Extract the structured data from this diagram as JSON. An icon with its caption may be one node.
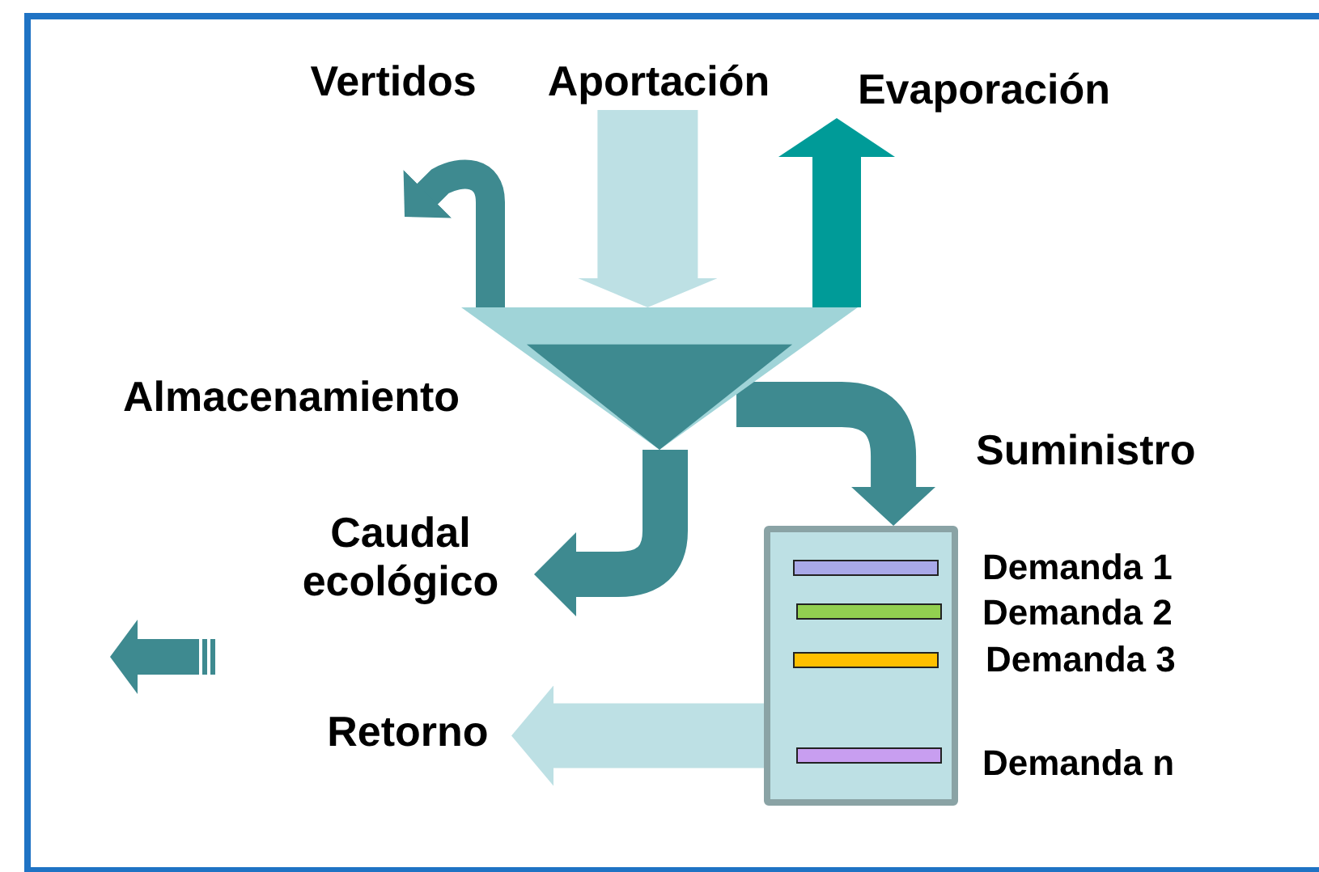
{
  "diagram": {
    "nodes": [
      {
        "text": [
          "Vertidos"
        ]
      },
      {
        "text": [
          "Aportación"
        ]
      },
      {
        "text": [
          "Evaporación"
        ]
      },
      {
        "text": [],
        "shape": "funnel",
        "beside": [
          "Almacenamiento"
        ]
      },
      {
        "text": [
          "Caudal ecológico"
        ]
      },
      {
        "text": [
          "Retorno"
        ]
      },
      {
        "text": [],
        "shape": "box"
      },
      {
        "text": [],
        "shape": "bar",
        "in": 6,
        "beside": [
          "Demanda 1"
        ]
      },
      {
        "text": [],
        "shape": "bar",
        "in": 6,
        "beside": [
          "Demanda 2"
        ]
      },
      {
        "text": [],
        "shape": "bar",
        "in": 6,
        "beside": [
          "Demanda 3"
        ]
      },
      {
        "text": [],
        "shape": "bar",
        "in": 6,
        "beside": [
          "Demanda n"
        ]
      }
    ],
    "edges": [
      {
        "from": 3,
        "to": 0,
        "arrow": "to"
      },
      {
        "from": 1,
        "to": 3,
        "arrow": "to",
        "color": "#bde0e4"
      },
      {
        "from": 3,
        "to": 2,
        "arrow": "to",
        "color": "#009b98"
      },
      {
        "from": 3,
        "to": 6,
        "arrow": "to",
        "label": "Suministro"
      },
      {
        "from": 3,
        "to": 4,
        "arrow": "to"
      },
      {
        "from": 6,
        "to": 5,
        "arrow": "to",
        "color": "#bde0e4"
      }
    ]
  }
}
